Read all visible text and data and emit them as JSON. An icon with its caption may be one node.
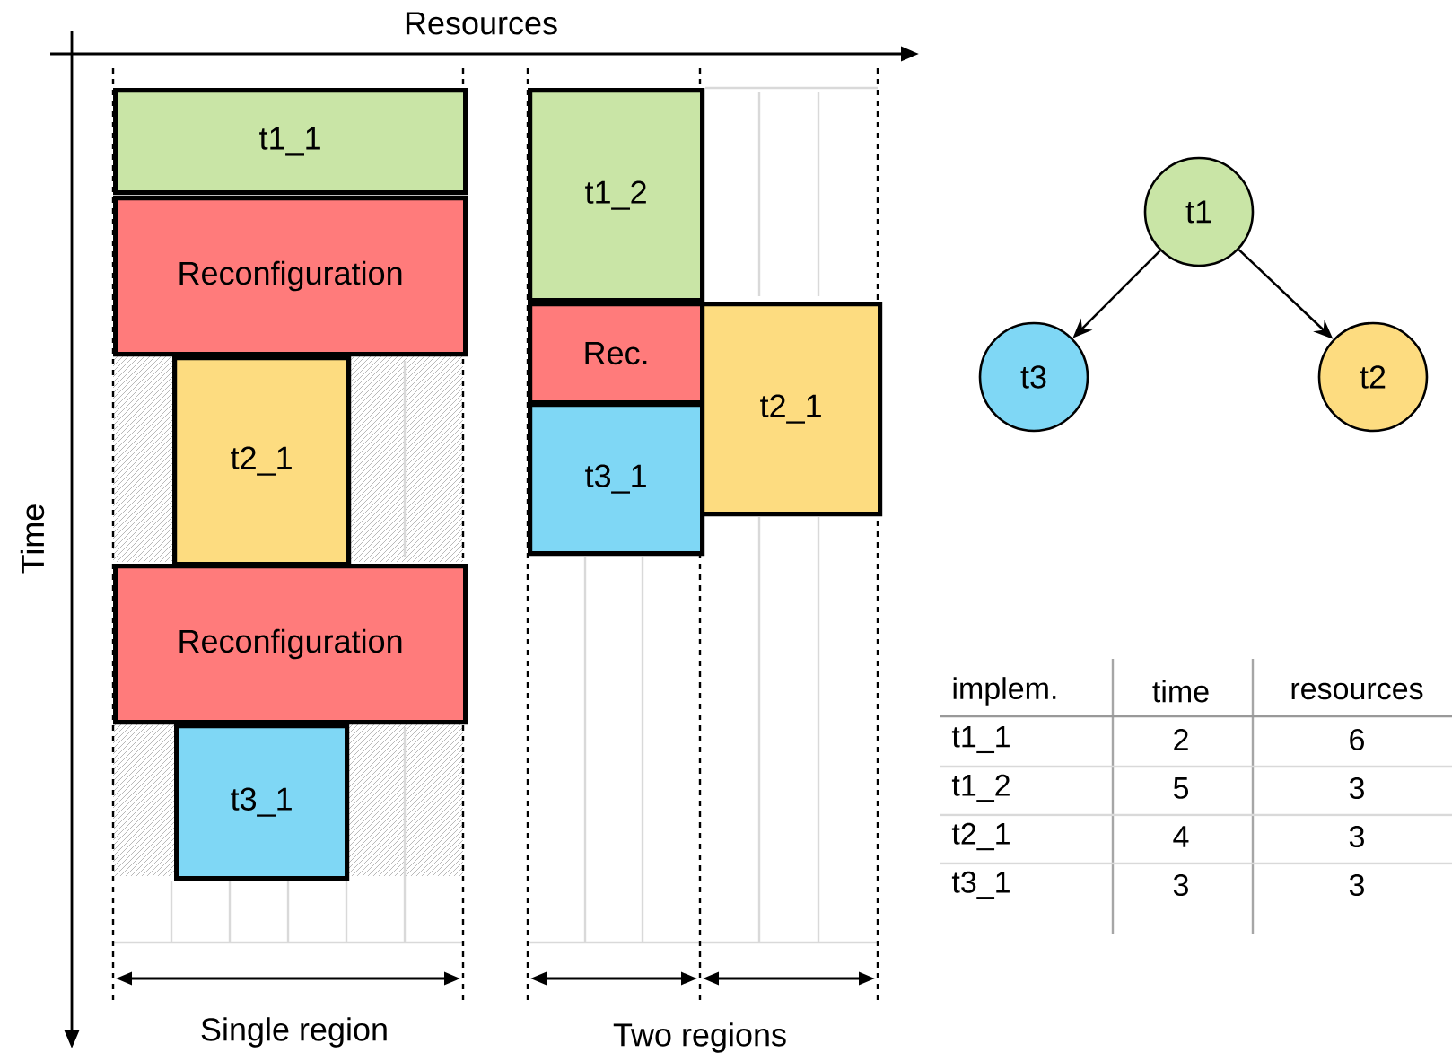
{
  "diagram": {
    "nodes": [
      {
        "text": [
          "t1_1"
        ]
      },
      {
        "text": [
          "Reconfiguration"
        ]
      },
      {
        "text": [
          "t2_1"
        ]
      },
      {
        "text": [
          "Reconfiguration"
        ]
      },
      {
        "text": [
          "t3_1"
        ]
      },
      {
        "text": [
          "t1_2"
        ]
      },
      {
        "text": [
          "Rec."
        ]
      },
      {
        "text": [
          "t3_1"
        ]
      },
      {
        "text": [
          "t2_1"
        ]
      },
      {
        "text": [
          "t1"
        ]
      },
      {
        "text": [
          "t3"
        ]
      },
      {
        "text": [
          "t2"
        ]
      }
    ],
    "edges": [
      {
        "from": 9,
        "to": 10,
        "arrow": "to"
      },
      {
        "from": 9,
        "to": 11,
        "arrow": "to"
      }
    ],
    "labels": [
      "Resources",
      "Time",
      "Single region",
      "Two regions",
      "implem.",
      "time",
      "resources",
      "t1_1",
      "2",
      "6",
      "t1_2",
      "5",
      "3",
      "t2_1",
      "4",
      "3",
      "t3_1",
      "3",
      "3"
    ]
  }
}
